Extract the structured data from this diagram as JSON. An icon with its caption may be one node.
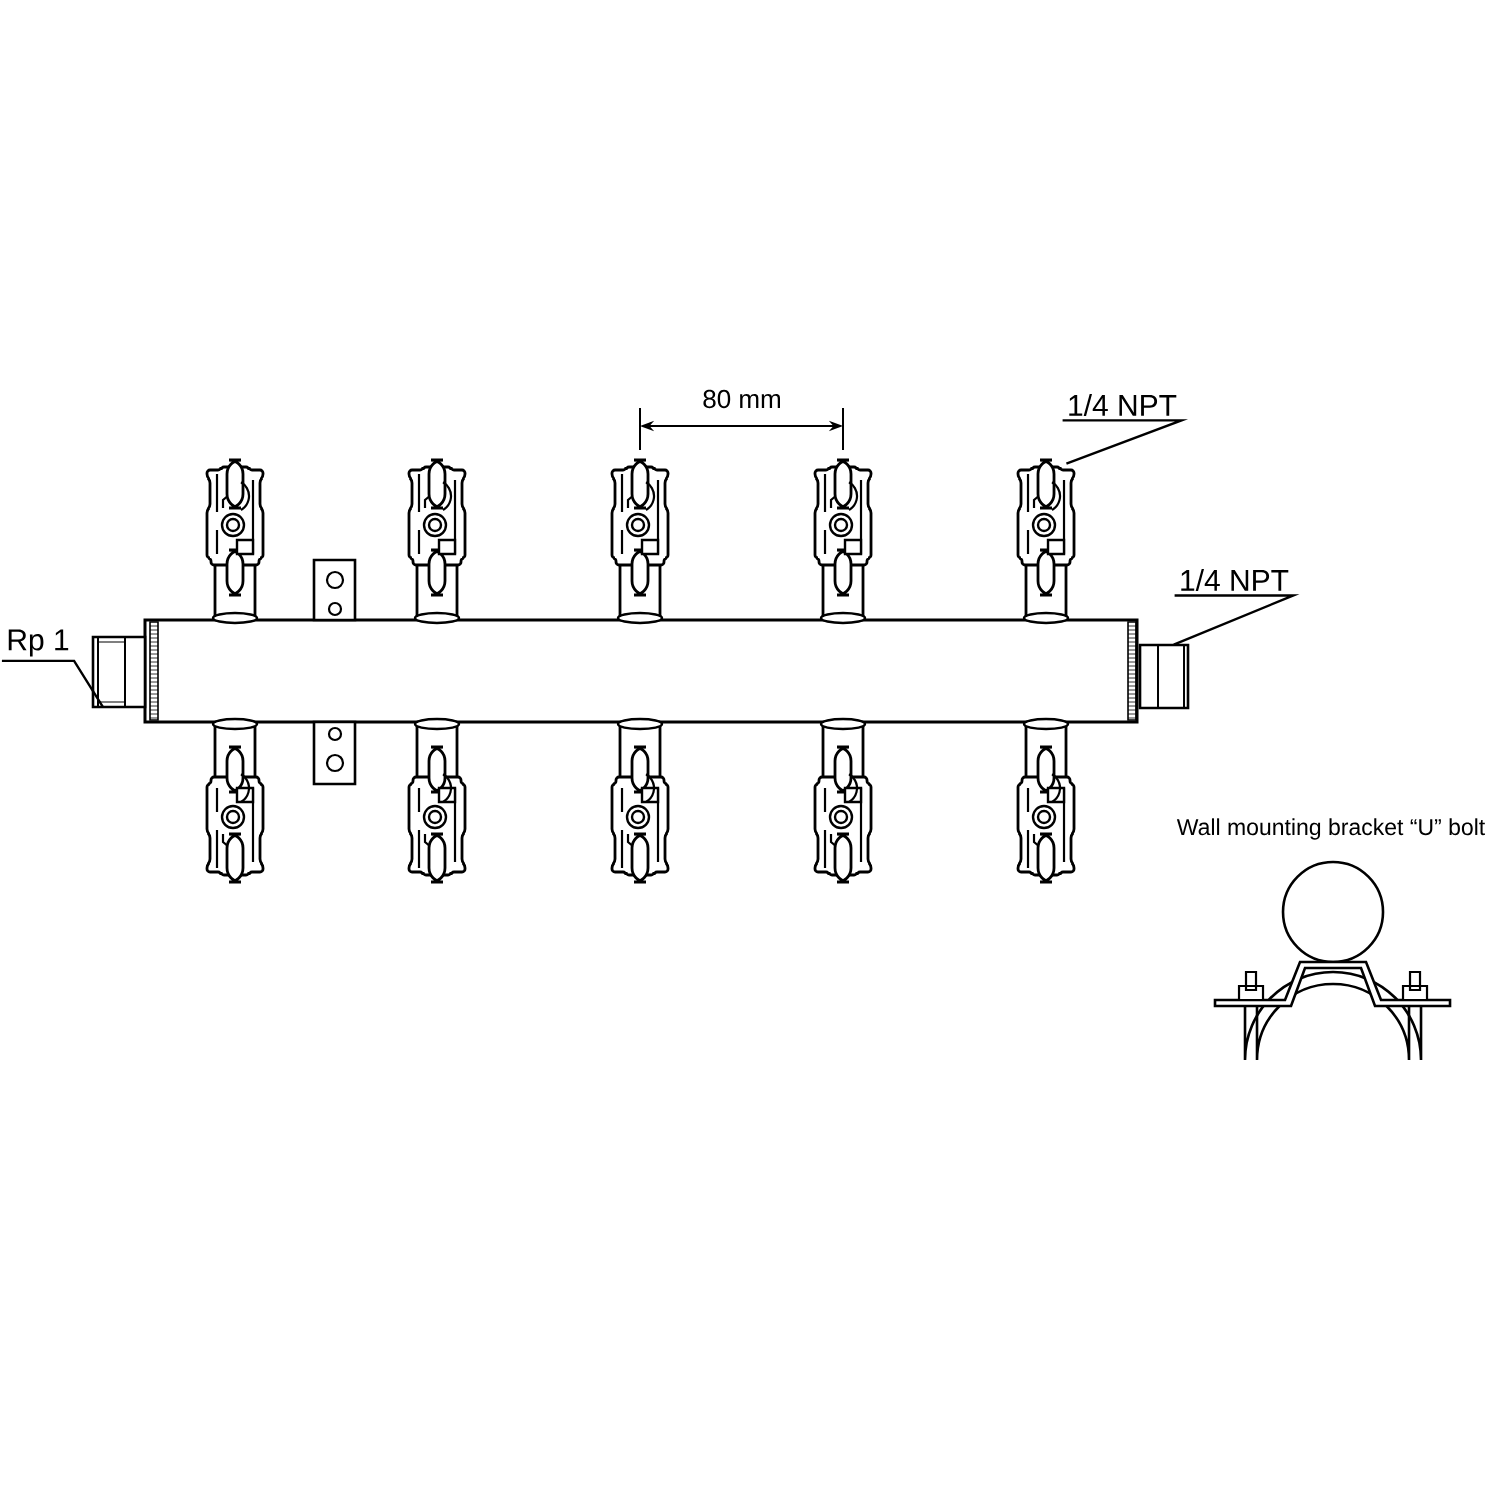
{
  "diagram": {
    "nodes": [
      {
        "text": [
          "Rp 1"
        ]
      },
      {
        "text": [],
        "shape": "picture"
      },
      {
        "text": [
          "1/4 NPT"
        ]
      },
      {
        "text": [],
        "shape": "picture"
      },
      {
        "text": [
          "1/4 NPT"
        ]
      },
      {
        "text": [],
        "shape": "picture"
      }
    ],
    "edges": [
      {
        "from": 0,
        "to": 1,
        "arrow": "none"
      },
      {
        "from": 2,
        "to": 3,
        "arrow": "none"
      },
      {
        "from": 4,
        "to": 5,
        "arrow": "none"
      }
    ],
    "labels": [
      "80 mm",
      "Wall mounting bracket “U” bolt"
    ]
  }
}
